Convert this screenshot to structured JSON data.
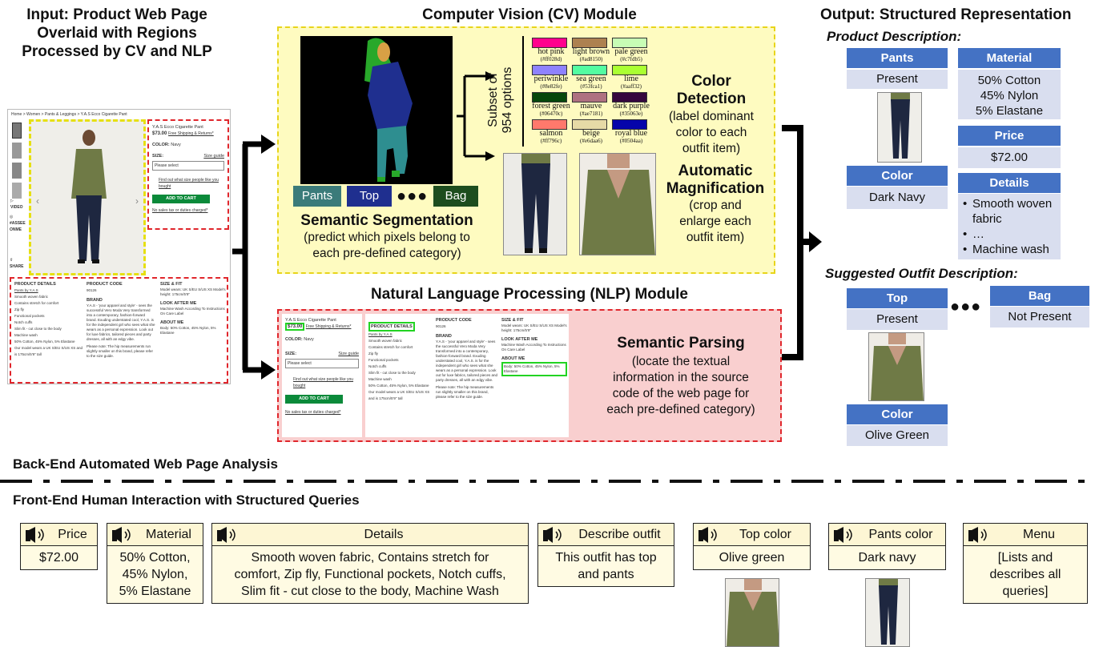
{
  "input": {
    "title_lines": [
      "Input: Product Web Page",
      "Overlaid with Regions",
      "Processed by CV and NLP"
    ],
    "page": {
      "breadcrumb": "Home > Women > Pants & Leggings > Y.A.S Ecco Cigarette Pant",
      "product_name": "Y.A.S Ecco Cigarette Pant",
      "price": "$73.00",
      "shipping": "Free Shipping & Returns*",
      "color_label": "COLOR:",
      "color_value": "Navy",
      "size_label": "SIZE:",
      "size_guide": "Size guide",
      "size_select": "Please select",
      "find_out": "Find out what size people like you bought",
      "add_to_cart": "ADD TO CART",
      "no_tax": "No sales tax or duties charged*",
      "video": "VIDEO",
      "catwalk": "#ASSEE ONME",
      "share": "SHARE",
      "details_title": "PRODUCT DETAILS",
      "details_items": [
        "Pants by Y.A.S",
        "Smooth woven fabric",
        "Contains stretch for comfort",
        "Zip fly",
        "Functional pockets",
        "Notch cuffs",
        "Slim fit - cut close to the body",
        "Machine wash",
        "50% Cotton, 45% Nylon, 5% Elastane",
        "Our model wears a UK S/EU S/US XS and is 175cm/5'9\" tall"
      ],
      "code_title": "PRODUCT CODE",
      "code_value": "90126",
      "brand_title": "BRAND",
      "brand_text": "Y.A.S - 'your apparel and style' - sees the successful Vero Moda Very transformed into a contemporary, fashion-forward brand. Exuding understated cool, Y.A.S. is for the independent girl who sees what she wears as a personal expression. Look out for luxe fabrics, tailored pieces and party dresses, all with an edgy vibe.",
      "brand_note": "Please note: The hip measurements run slightly smaller on this brand, please refer to the size guide.",
      "fit_title": "SIZE & FIT",
      "fit_text": "Model wears: UK S/EU S/US XS Model's height: 175cm/5'9\"",
      "care_title": "LOOK AFTER ME",
      "care_text": "Machine Wash According To Instructions On Care Label",
      "about_title": "ABOUT ME",
      "about_text": "Body: 50% Cotton, 45% Nylon, 5% Elastane"
    }
  },
  "cv": {
    "title": "Computer Vision (CV) Module",
    "subset_lines": [
      "Subset of",
      "954 options"
    ],
    "colors": [
      {
        "name": "hot pink",
        "hex": "#ff028d",
        "label": "(#ff028d)"
      },
      {
        "name": "light brown",
        "hex": "#ad8150",
        "label": "(#ad8150)"
      },
      {
        "name": "pale green",
        "hex": "#c7fdb5",
        "label": "(#c7fdb5)"
      },
      {
        "name": "periwinkle",
        "hex": "#8e82fe",
        "label": "(#8e82fe)"
      },
      {
        "name": "sea green",
        "hex": "#53fca1",
        "label": "(#53fca1)"
      },
      {
        "name": "lime",
        "hex": "#aaff32",
        "label": "(#aaff32)"
      },
      {
        "name": "forest green",
        "hex": "#06470c",
        "label": "(#06470c)"
      },
      {
        "name": "mauve",
        "hex": "#ae7181",
        "label": "(#ae7181)"
      },
      {
        "name": "dark purple",
        "hex": "#35063e",
        "label": "(#35063e)"
      },
      {
        "name": "salmon",
        "hex": "#ff796c",
        "label": "(#ff796c)"
      },
      {
        "name": "beige",
        "hex": "#e6daa6",
        "label": "(#e6daa6)"
      },
      {
        "name": "royal blue",
        "hex": "#0504aa",
        "label": "(#0504aa)"
      }
    ],
    "color_detection": {
      "title_lines": [
        "Color",
        "Detection"
      ],
      "sub_lines": [
        "(label dominant",
        "color to each",
        "outfit item)"
      ]
    },
    "magnification": {
      "title_lines": [
        "Automatic",
        "Magnification"
      ],
      "sub_lines": [
        "(crop and",
        "enlarge each",
        "outfit item)"
      ]
    },
    "segmentation": {
      "title": "Semantic Segmentation",
      "sub_lines": [
        "(predict which pixels belong to",
        "each pre-defined category)"
      ]
    },
    "categories": [
      {
        "label": "Pants",
        "color": "#3b7b7a"
      },
      {
        "label": "Top",
        "color": "#1f2f8f"
      },
      {
        "label": "Bag",
        "color": "#1d4d1e"
      }
    ]
  },
  "nlp": {
    "title": "Natural Language Processing (NLP) Module",
    "parsing": {
      "title": "Semantic Parsing",
      "sub_lines": [
        "(locate the textual",
        "information in the source",
        "code of the web page for",
        "each pre-defined category)"
      ]
    }
  },
  "output": {
    "title": "Output: Structured Representation",
    "product_description": "Product Description:",
    "pants": {
      "label": "Pants",
      "value": "Present"
    },
    "color": {
      "label": "Color",
      "value": "Dark Navy"
    },
    "material": {
      "label": "Material",
      "value_lines": [
        "50% Cotton",
        "45% Nylon",
        "5% Elastane"
      ]
    },
    "price": {
      "label": "Price",
      "value": "$72.00"
    },
    "details": {
      "label": "Details",
      "bullets": [
        "Smooth woven fabric",
        "…",
        "Machine wash"
      ]
    },
    "suggested_outfit": "Suggested Outfit Description:",
    "top": {
      "label": "Top",
      "value": "Present"
    },
    "bag": {
      "label": "Bag",
      "value": "Not Present"
    },
    "top_color": {
      "label": "Color",
      "value": "Olive Green"
    }
  },
  "divider": {
    "backend": "Back-End Automated Web Page Analysis",
    "frontend": "Front-End Human Interaction with Structured Queries"
  },
  "queries": [
    {
      "label": "Price",
      "value_lines": [
        "$72.00"
      ]
    },
    {
      "label": "Material",
      "value_lines": [
        "50% Cotton,",
        "45% Nylon,",
        "5% Elastane"
      ]
    },
    {
      "label": "Details",
      "value_lines": [
        "Smooth woven fabric, Contains stretch for",
        "comfort, Zip fly, Functional pockets, Notch cuffs,",
        "Slim fit - cut close to the body, Machine Wash"
      ]
    },
    {
      "label": "Describe outfit",
      "value_lines": [
        "This outfit has top",
        "and pants"
      ]
    },
    {
      "label": "Top color",
      "value_lines": [
        "Olive green"
      ]
    },
    {
      "label": "Pants color",
      "value_lines": [
        "Dark navy"
      ]
    },
    {
      "label": "Menu",
      "value_lines": [
        "[Lists and",
        "describes all",
        "queries]"
      ]
    }
  ],
  "palette": {
    "cv_bg": "#fefbc0",
    "cv_border": "#e8d51a",
    "nlp_bg": "#f9cfcf",
    "nlp_border": "#e0262c",
    "blue": "#4472c4",
    "light_blue": "#d9deef",
    "query_head": "#fdf6d4",
    "highlight_green": "#22d322",
    "olive": "#6f7a46",
    "navy": "#1e2740"
  }
}
